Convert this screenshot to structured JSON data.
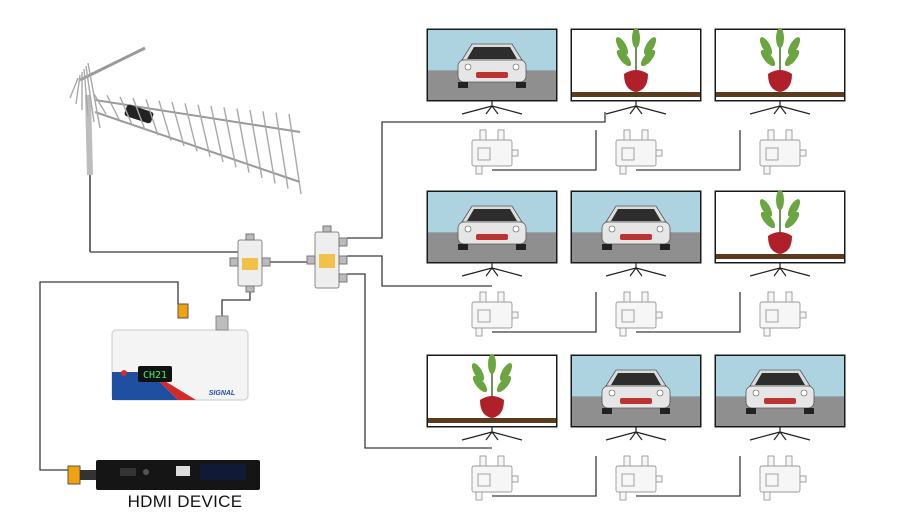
{
  "device_caption": "HDMI DEVICE",
  "modulator": {
    "display": "CH21",
    "brand": "SIGNAL"
  },
  "colors": {
    "cable": "#3a3a3a",
    "sky": "#aed3e0",
    "floor_gray": "#8f8f8f",
    "ground": "#5b3a1e",
    "leaf": "#6ba542",
    "pot": "#b0202a",
    "modulator_blue": "#1f4fa0",
    "modulator_red": "#d42a2a",
    "screen_green": "#35f06a"
  },
  "tvs": [
    {
      "row": 1,
      "col": 1,
      "picture": "car"
    },
    {
      "row": 1,
      "col": 2,
      "picture": "plant"
    },
    {
      "row": 1,
      "col": 3,
      "picture": "plant"
    },
    {
      "row": 2,
      "col": 1,
      "picture": "car"
    },
    {
      "row": 2,
      "col": 2,
      "picture": "car"
    },
    {
      "row": 2,
      "col": 3,
      "picture": "plant"
    },
    {
      "row": 3,
      "col": 1,
      "picture": "plant"
    },
    {
      "row": 3,
      "col": 2,
      "picture": "car"
    },
    {
      "row": 3,
      "col": 3,
      "picture": "car"
    }
  ]
}
